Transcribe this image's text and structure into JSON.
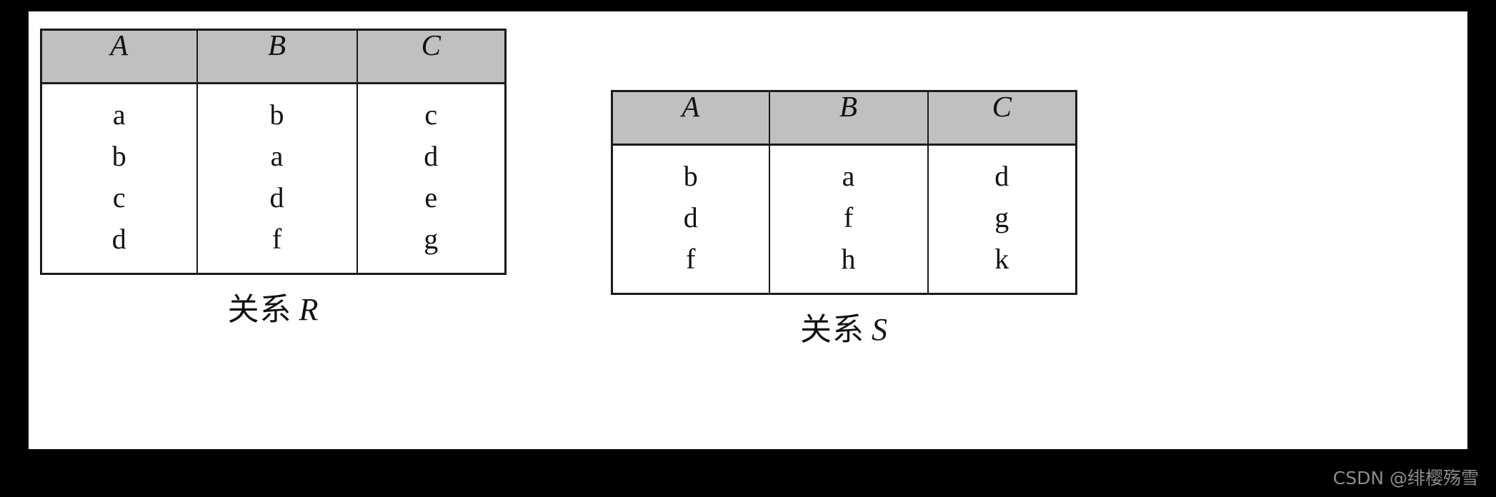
{
  "figures": [
    {
      "id": "r",
      "caption_cjk": "关系",
      "caption_symbol": "R",
      "table": {
        "headers": [
          "A",
          "B",
          "C"
        ],
        "columns": [
          [
            "a",
            "b",
            "c",
            "d"
          ],
          [
            "b",
            "a",
            "d",
            "f"
          ],
          [
            "c",
            "d",
            "e",
            "g"
          ]
        ]
      }
    },
    {
      "id": "s",
      "caption_cjk": "关系",
      "caption_symbol": "S",
      "table": {
        "headers": [
          "A",
          "B",
          "C"
        ],
        "columns": [
          [
            "b",
            "d",
            "f"
          ],
          [
            "a",
            "f",
            "h"
          ],
          [
            "d",
            "g",
            "k"
          ]
        ]
      }
    }
  ],
  "watermark": "CSDN @绯樱殇雪",
  "colors": {
    "background": "#000000",
    "panel": "#ffffff",
    "header_fill": "#c0c0c0",
    "border": "#1a1a1a",
    "text": "#111111",
    "watermark": "#8c8c8c"
  }
}
